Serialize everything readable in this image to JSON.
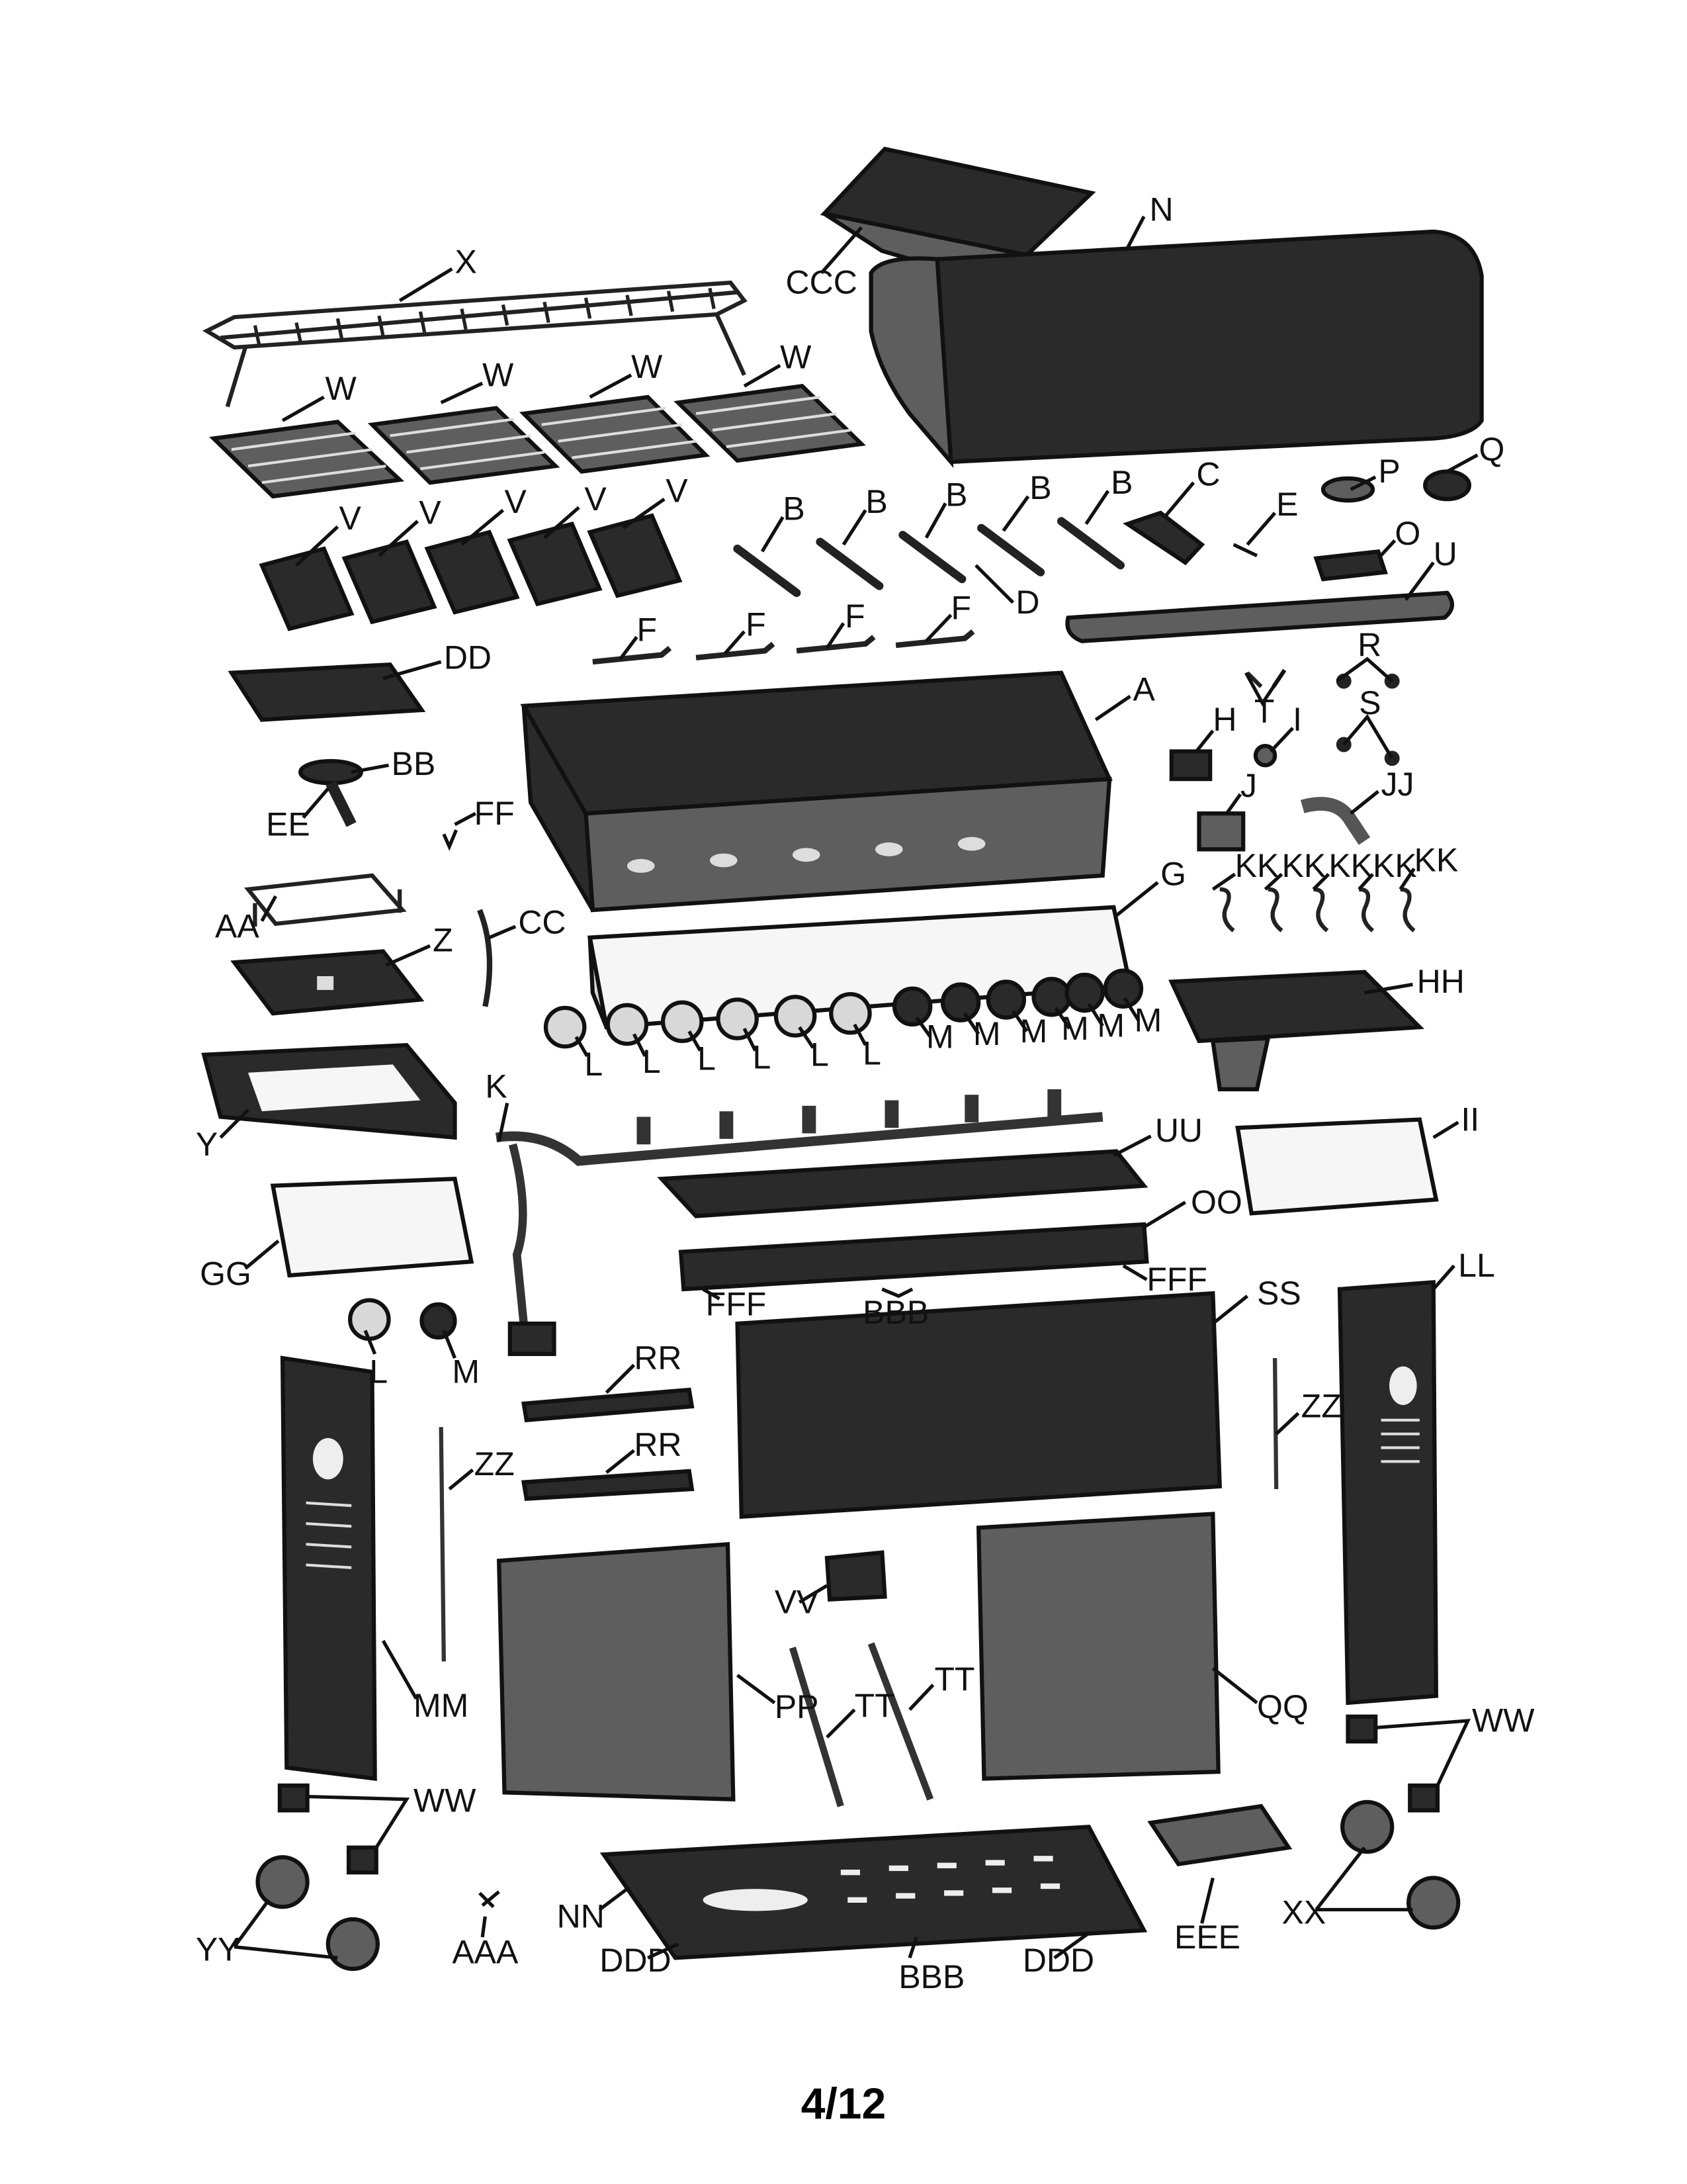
{
  "page": {
    "number": "4/12"
  },
  "labels": {
    "ccc": "CCC",
    "n": "N",
    "x": "X",
    "w": "W",
    "v": "V",
    "b": "B",
    "c": "C",
    "d": "D",
    "e": "E",
    "p": "P",
    "q": "Q",
    "o": "O",
    "u": "U",
    "f": "F",
    "dd": "DD",
    "a": "A",
    "r": "R",
    "t": "T",
    "s": "S",
    "h": "H",
    "i": "I",
    "bb": "BB",
    "ee": "EE",
    "ff": "FF",
    "j": "J",
    "jj": "JJ",
    "aa": "AA",
    "kk": "KK",
    "g": "G",
    "z": "Z",
    "cc": "CC",
    "hh": "HH",
    "l": "L",
    "m": "M",
    "y": "Y",
    "k": "K",
    "uu": "UU",
    "ii": "II",
    "gg": "GG",
    "oo": "OO",
    "fff": "FFF",
    "bbb": "BBB",
    "ss": "SS",
    "ll": "LL",
    "rr": "RR",
    "zz": "ZZ",
    "vv": "VV",
    "mm": "MM",
    "pp": "PP",
    "tt": "TT",
    "qq": "QQ",
    "ww": "WW",
    "nn": "NN",
    "eee": "EEE",
    "yy": "YY",
    "aaa": "AAA",
    "ddd": "DDD",
    "xx": "XX"
  }
}
